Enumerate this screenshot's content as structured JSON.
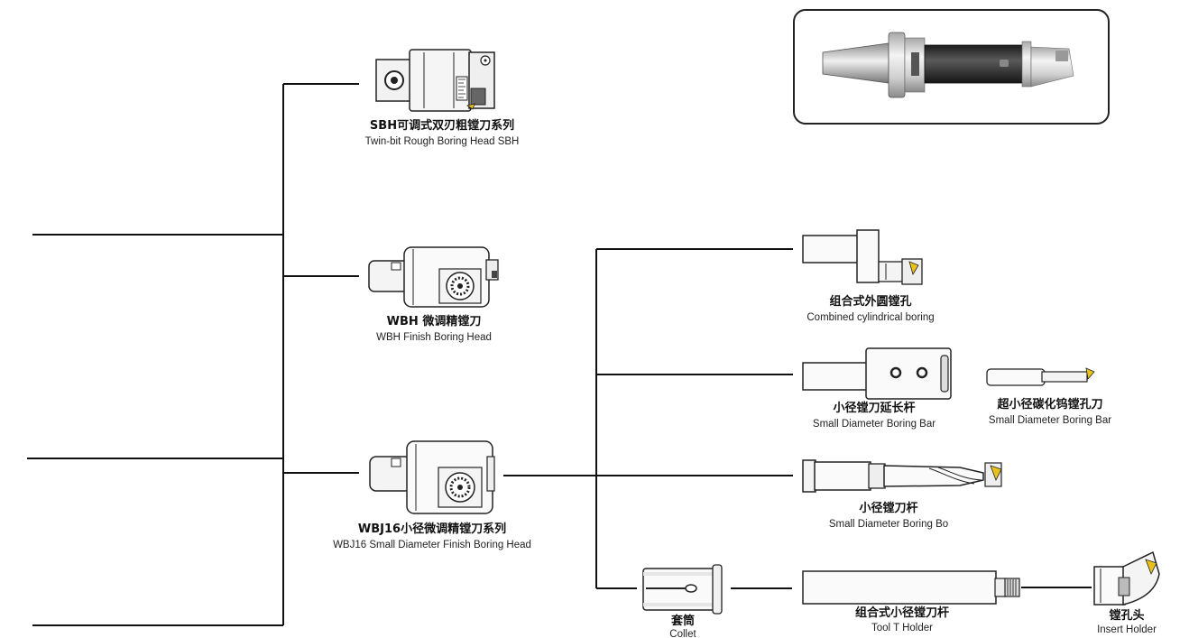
{
  "products": {
    "sbh": {
      "name_cn": "SBH可调式双刃粗镗刀系列",
      "name_en": "Twin-bit Rough Boring Head SBH"
    },
    "wbh": {
      "name_cn": "WBH 微调精镗刀",
      "name_en": "WBH Finish Boring Head"
    },
    "wbj16": {
      "name_cn": "WBJ16小径微调精镗刀系列",
      "name_en": "WBJ16 Small Diameter Finish Boring Head"
    },
    "combined": {
      "name_cn": "组合式外圆镗孔",
      "name_en": "Combined cylindrical boring"
    },
    "extension_bar": {
      "name_cn": "小径镗刀延长杆",
      "name_en": "Small Diameter Boring Bar"
    },
    "carbide_bar": {
      "name_cn": "超小径碳化钨镗孔刀",
      "name_en": "Small Diameter Boring Bar"
    },
    "boring_bar": {
      "name_cn": "小径镗刀杆",
      "name_en": "Small Diameter Boring Bo"
    },
    "collet": {
      "name_cn": "套筒",
      "name_en": "Collet"
    },
    "tool_holder": {
      "name_cn": "组合式小径镗刀杆",
      "name_en": "Tool T Holder"
    },
    "insert_holder": {
      "name_cn": "镗孔头",
      "name_en": "Insert Holder"
    }
  },
  "colors": {
    "line": "#111111",
    "metal_light": "#d9d9d9",
    "metal_dark": "#3a3a3a",
    "insert_yellow": "#e8c21a"
  }
}
